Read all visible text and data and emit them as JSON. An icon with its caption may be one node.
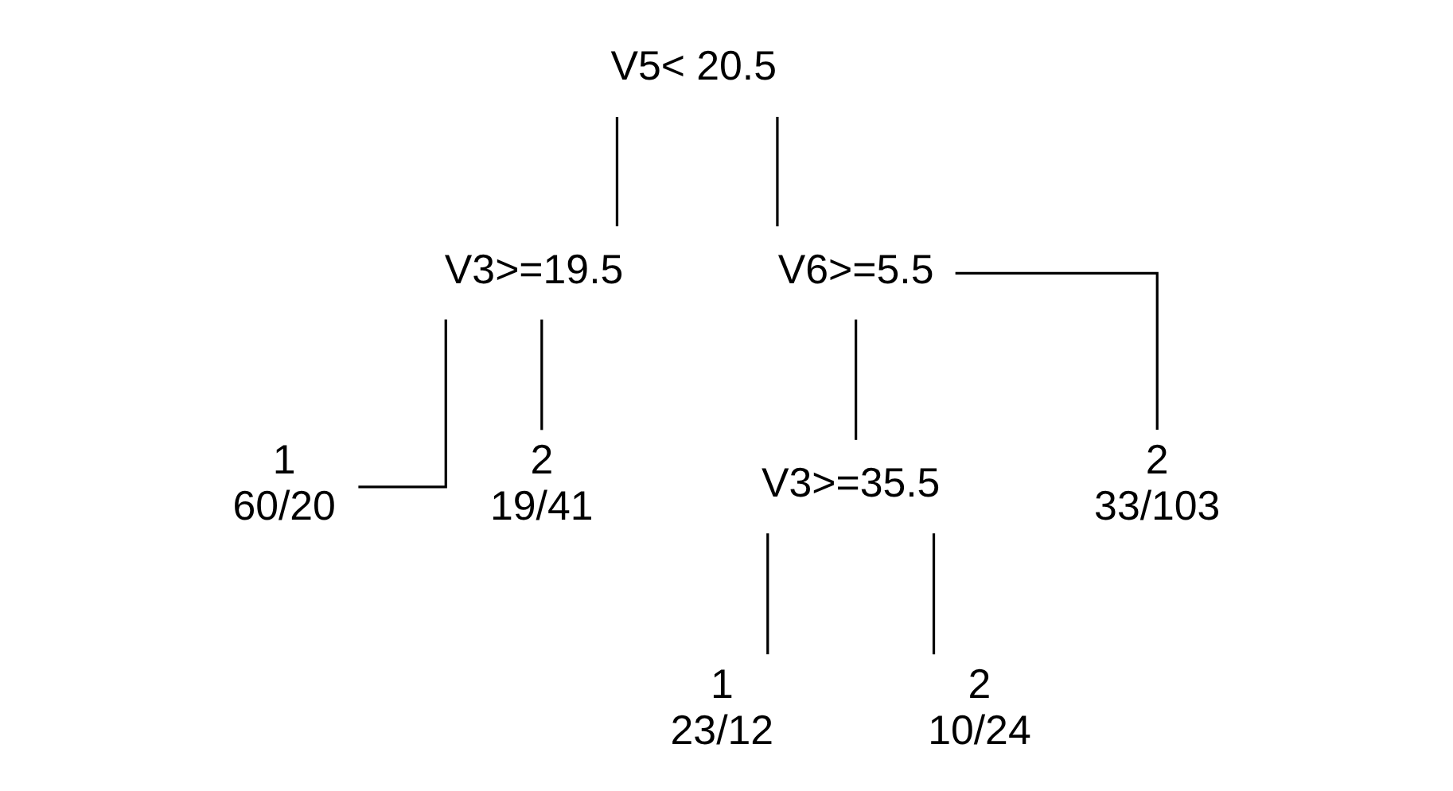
{
  "diagram": {
    "nodes": [
      {
        "text": [
          "V5< 20.5"
        ]
      },
      {
        "text": [
          "V3>=19.5"
        ]
      },
      {
        "text": [
          "V6>=5.5"
        ]
      },
      {
        "text": [
          "V3>=35.5"
        ]
      },
      {
        "text": [
          "2",
          "33/103"
        ]
      },
      {
        "text": [
          "1",
          "23/12"
        ]
      },
      {
        "text": [
          "2",
          "10/24"
        ]
      },
      {
        "text": [
          "1",
          "60/20"
        ]
      },
      {
        "text": [
          "2",
          "19/41"
        ]
      }
    ],
    "edges": [
      {
        "from": 0,
        "to": 1,
        "arrow": "none"
      },
      {
        "from": 0,
        "to": 2,
        "arrow": "none"
      },
      {
        "from": 1,
        "to": 7,
        "arrow": "none"
      },
      {
        "from": 1,
        "to": 8,
        "arrow": "none"
      },
      {
        "from": 2,
        "to": 3,
        "arrow": "none"
      },
      {
        "from": 2,
        "to": 4,
        "arrow": "none"
      },
      {
        "from": 3,
        "to": 5,
        "arrow": "none"
      },
      {
        "from": 3,
        "to": 6,
        "arrow": "none"
      }
    ]
  }
}
